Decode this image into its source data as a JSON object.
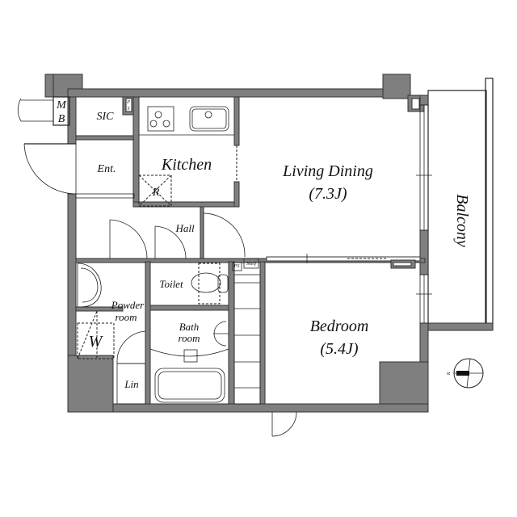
{
  "rooms": {
    "mb_top": "M",
    "mb_bottom": "B",
    "sic": "SIC",
    "ps_top": "P",
    "ps_bottom": "S",
    "entrance": "Ent.",
    "kitchen": "Kitchen",
    "refrigerator": "R",
    "hall": "Hall",
    "living_dining": "Living Dining",
    "living_dining_size": "(7.3J)",
    "balcony": "Balcony",
    "toilet": "Toilet",
    "ps_small": "PS",
    "shelf": "Shelf",
    "powder_room_line1": "Powder",
    "powder_room_line2": "room",
    "washer": "W",
    "bath_room_line1": "Bath",
    "bath_room_line2": "room",
    "linen": "Lin",
    "bedroom": "Bedroom",
    "bedroom_size": "(5.4J)",
    "compass_north": "N"
  },
  "colors": {
    "wall": "#7f7f7f",
    "line": "#222222"
  }
}
